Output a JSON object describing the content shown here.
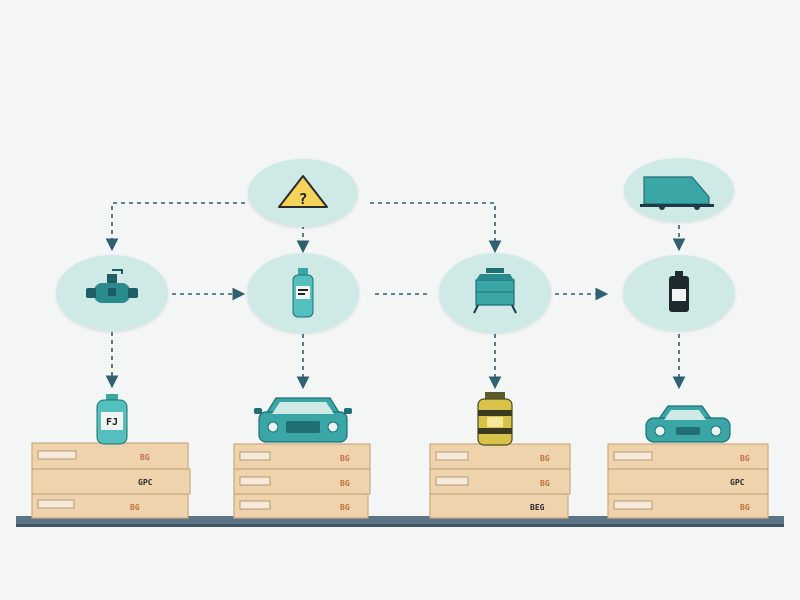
{
  "colors": {
    "background": "#f4f5f5",
    "circle_fill": "#cfeae6",
    "teal": "#3aa7a6",
    "teal_dark": "#1f6f73",
    "box_fill": "#efd3ad",
    "box_edge": "#c9a97e",
    "shelf": "#5c7485",
    "arrow": "#2f5f70",
    "warning": "#f6d45c"
  },
  "nodes": {
    "top": [
      {
        "id": "warning",
        "icon": "warning-triangle-icon",
        "text": "?"
      },
      {
        "id": "truck",
        "icon": "delivery-truck-icon"
      }
    ],
    "middle": [
      {
        "id": "sprayer",
        "icon": "gas-sprayer-icon"
      },
      {
        "id": "bottle",
        "icon": "labeled-bottle-icon"
      },
      {
        "id": "tank",
        "icon": "fuel-tank-icon"
      },
      {
        "id": "battery",
        "icon": "battery-icon"
      }
    ]
  },
  "shelf_items": [
    {
      "icon": "gas-cylinder-icon",
      "label": "FJ"
    },
    {
      "icon": "car-front-icon"
    },
    {
      "icon": "yellow-canister-icon"
    },
    {
      "icon": "small-car-icon"
    }
  ],
  "box_labels": {
    "tag_a": "BG",
    "tag_b": "GPC",
    "tag_c": "BEG"
  }
}
